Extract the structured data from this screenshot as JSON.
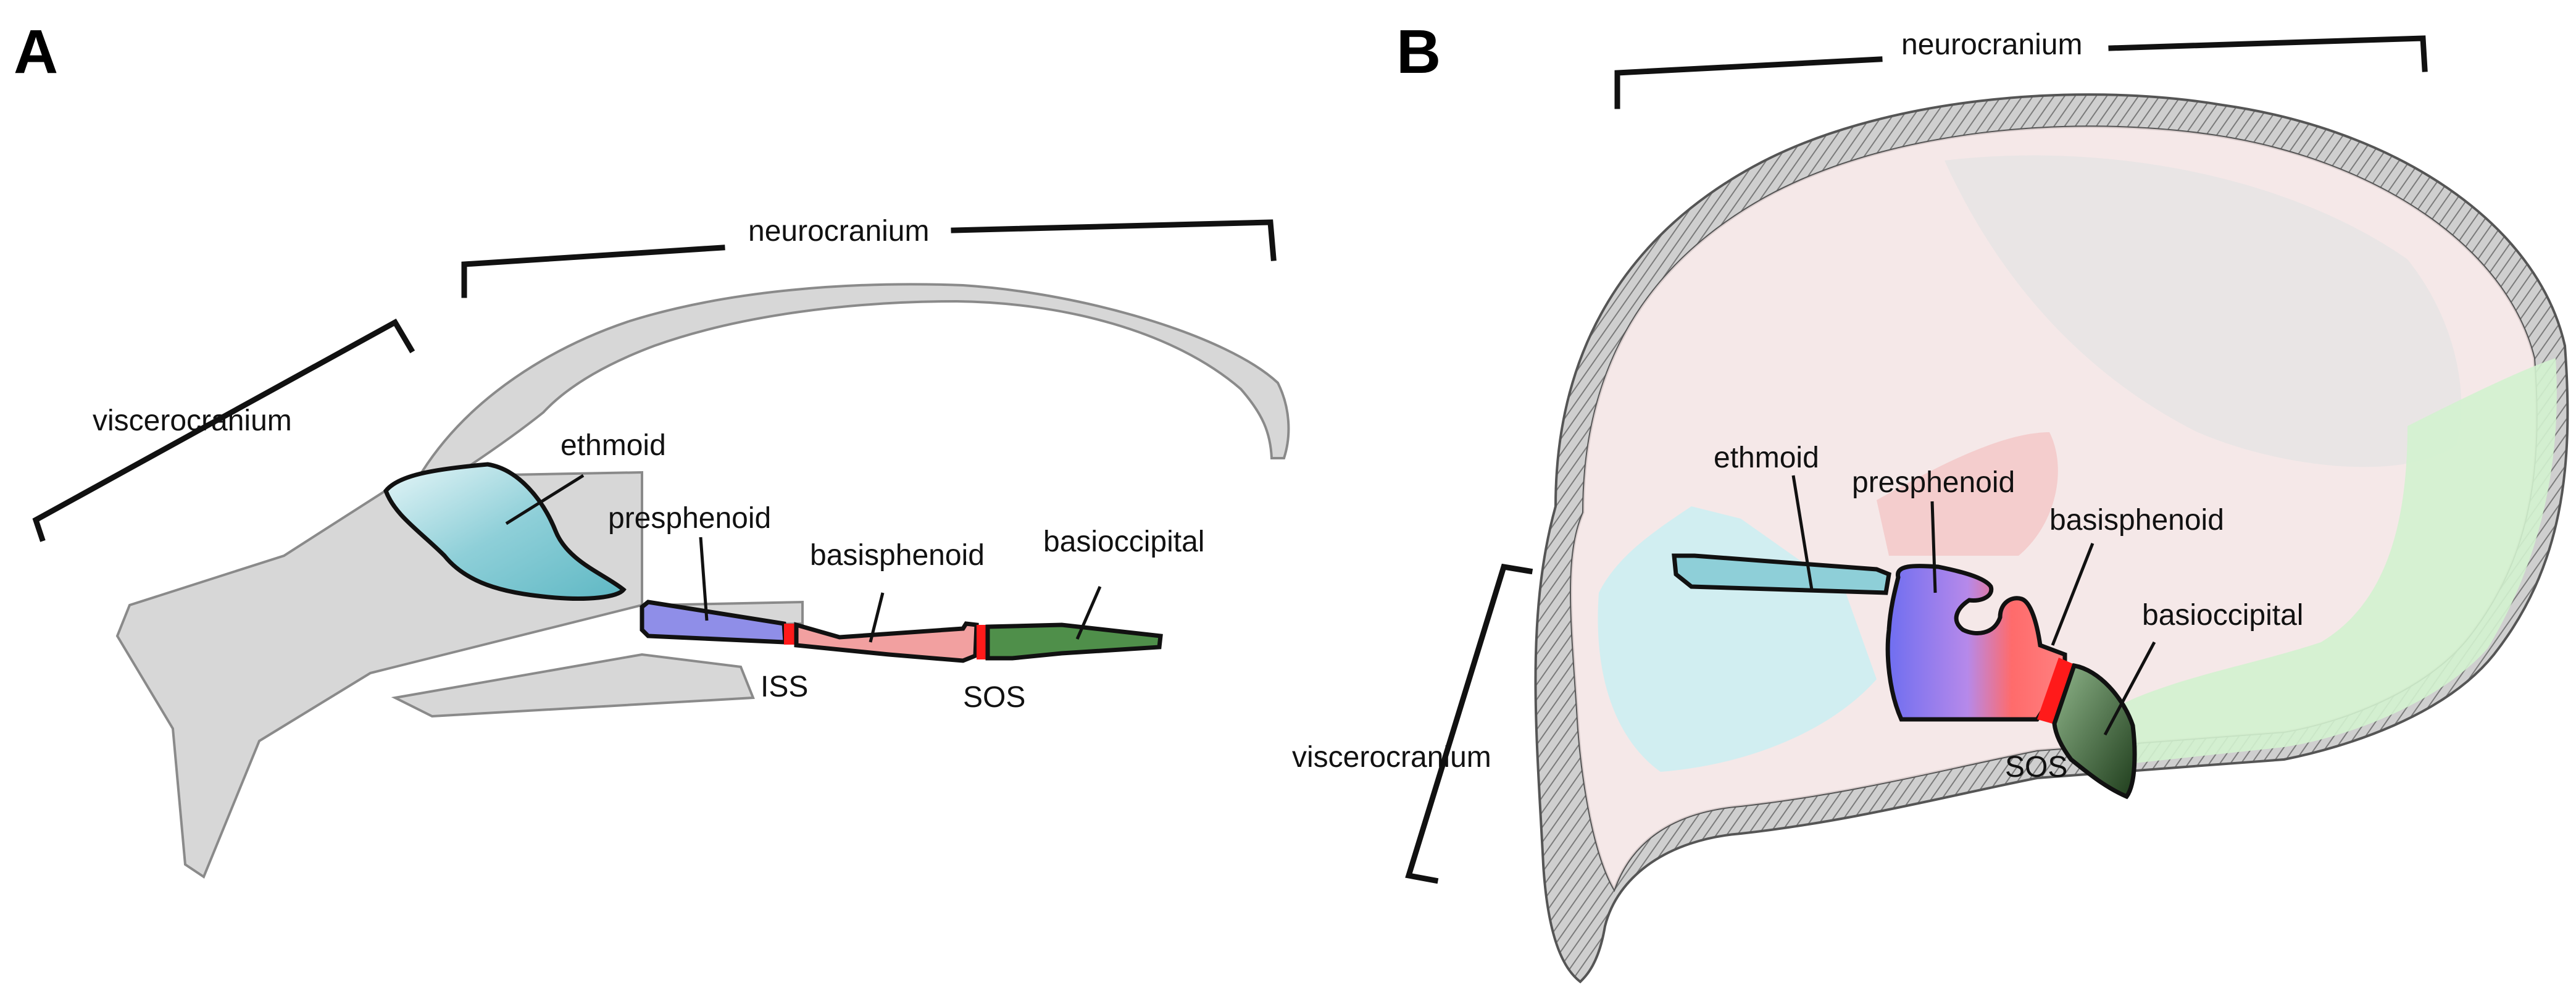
{
  "panels": {
    "a": {
      "label": "A",
      "brackets": {
        "viscerocranium": "viscerocranium",
        "neurocranium": "neurocranium"
      },
      "bones": {
        "ethmoid": "ethmoid",
        "presphenoid": "presphenoid",
        "basisphenoid": "basisphenoid",
        "basioccipital": "basioccipital"
      },
      "synchondroses": {
        "iss": "ISS",
        "sos": "SOS"
      }
    },
    "b": {
      "label": "B",
      "brackets": {
        "neurocranium": "neurocranium",
        "viscerocranium": "viscerocranium"
      },
      "bones": {
        "ethmoid": "ethmoid",
        "presphenoid": "presphenoid",
        "basisphenoid": "basisphenoid",
        "basioccipital": "basioccipital"
      },
      "synchondroses": {
        "sos": "SOS"
      }
    }
  },
  "colors": {
    "ethmoid": "#8ecfd8",
    "presphenoid": "#8f8ee8",
    "basisphenoid": "#f2a0a0",
    "basioccipital": "#4f8f4a",
    "synchondrosis": "#ff1a1a",
    "bone_gray": "#d7d7d7",
    "skull_shade_red": "#f3d6d6",
    "skull_shade_green": "#d3f2cf",
    "skull_shade_cyan": "#cdeef2"
  }
}
